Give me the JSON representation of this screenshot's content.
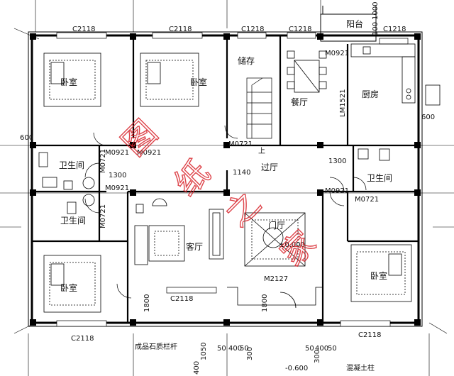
{
  "rooms": {
    "bedroom_tl": "卧室",
    "bedroom_tm": "卧室",
    "bedroom_bl": "卧室",
    "bedroom_br": "卧室",
    "storage": "储存",
    "dining": "餐厅",
    "kitchen": "厨房",
    "balcony": "阳台",
    "bath_l1": "卫生间",
    "bath_l2": "卫生间",
    "bath_r": "卫生间",
    "corridor": "过厅",
    "living": "客厅",
    "foyer": "门厅",
    "up": "上"
  },
  "windows": {
    "top1": "C2118",
    "top2": "C2118",
    "top3": "C1218",
    "top4": "C1218",
    "top5": "C1218",
    "bottom_l": "C2118",
    "bottom_r": "C2118",
    "living": "C2118"
  },
  "doors": {
    "m0921_dining": "M0921",
    "m0921_bath1": "M0921",
    "m0921_bath1b": "M0921",
    "m0921_bath2": "M0921",
    "m0921_right": "M0921",
    "m0721_bath1": "M0721",
    "m0721_bath2": "M0721",
    "m0721_stair": "M0721",
    "m0721_right": "M0721",
    "m2127": "M2127",
    "lm": "LM1521"
  },
  "dims": {
    "d1300a": "1300",
    "d1300b": "1300",
    "d1140": "1140",
    "d600a": "600",
    "d600b": "600",
    "d1800a": "1800",
    "d1800b": "1800",
    "d1000": "1000",
    "d100": "100",
    "d1050": "1050",
    "d400": "400",
    "d50": "50",
    "d300": "300",
    "d400b": "400",
    "d50b": "50",
    "d300b": "300",
    "d50c": "50",
    "d400c": "400",
    "d50d": "50"
  },
  "levels": {
    "foyer": "±0.000",
    "outside": "-0.600"
  },
  "notes": {
    "rail": "成品石质栏杆",
    "column": "混凝土柱"
  },
  "watermark": [
    "图",
    "纸",
    "之",
    "家"
  ]
}
